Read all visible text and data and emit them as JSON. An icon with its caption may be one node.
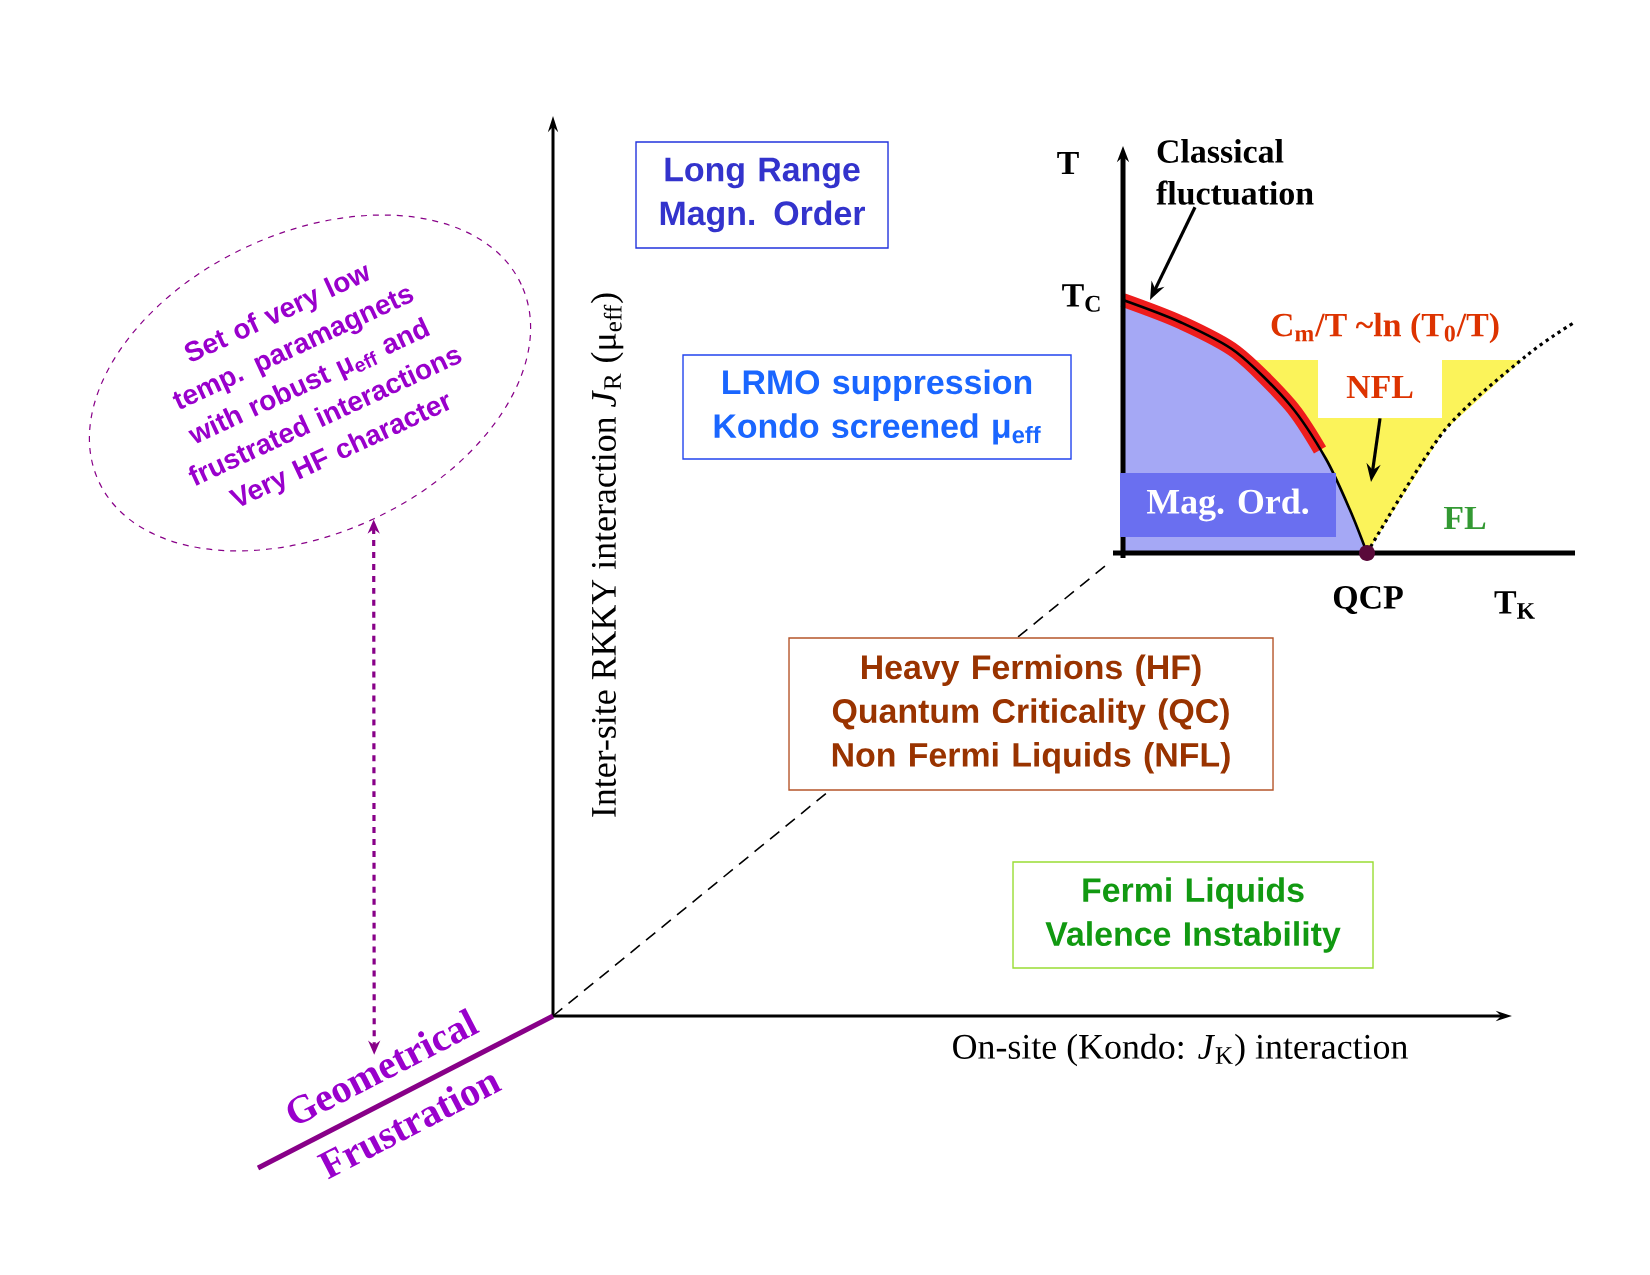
{
  "diagram": {
    "nodes": [
      {
        "text": [
          "Set of very low temp. paramagnets with robust μ$_{eff}$ and frustrated interactions Very HF character"
        ]
      },
      {
        "text": [
          "Geometrical Frustration"
        ]
      },
      {
        "text": [
          "Long Range Magn. Order"
        ]
      },
      {
        "text": [
          "LRMO suppression Kondo screened μ$_{eff}$"
        ]
      },
      {
        "text": [
          "Heavy Fermions (HF) Quantum Criticality (QC) Non Fermi Liquids (NFL)"
        ]
      },
      {
        "text": [
          "Fermi Liquids Valence Instability"
        ]
      },
      {
        "text": [
          "Mag. Ord."
        ]
      },
      {
        "text": [
          "Classical fluctuation"
        ]
      },
      {
        "text": [
          "NFL"
        ]
      }
    ],
    "edges": [
      {
        "from": 0,
        "to": 1,
        "arrow": "both",
        "style": "dashed",
        "color": "#880088"
      },
      {
        "from": 7,
        "to": null,
        "arrow": "to"
      },
      {
        "from": 8,
        "to": null,
        "arrow": "to"
      }
    ],
    "labels": [
      "Inter-site RKKY interaction *J*$_{R}$ (μ$_{eff}$)",
      "On-site (Kondo: *J*$_{K}$) interaction",
      "T",
      "T$_{C}$",
      "C$_{m}$/T ~ln (T$_{0}$/T)",
      "FL",
      "QCP",
      "T$_{K}$"
    ]
  }
}
